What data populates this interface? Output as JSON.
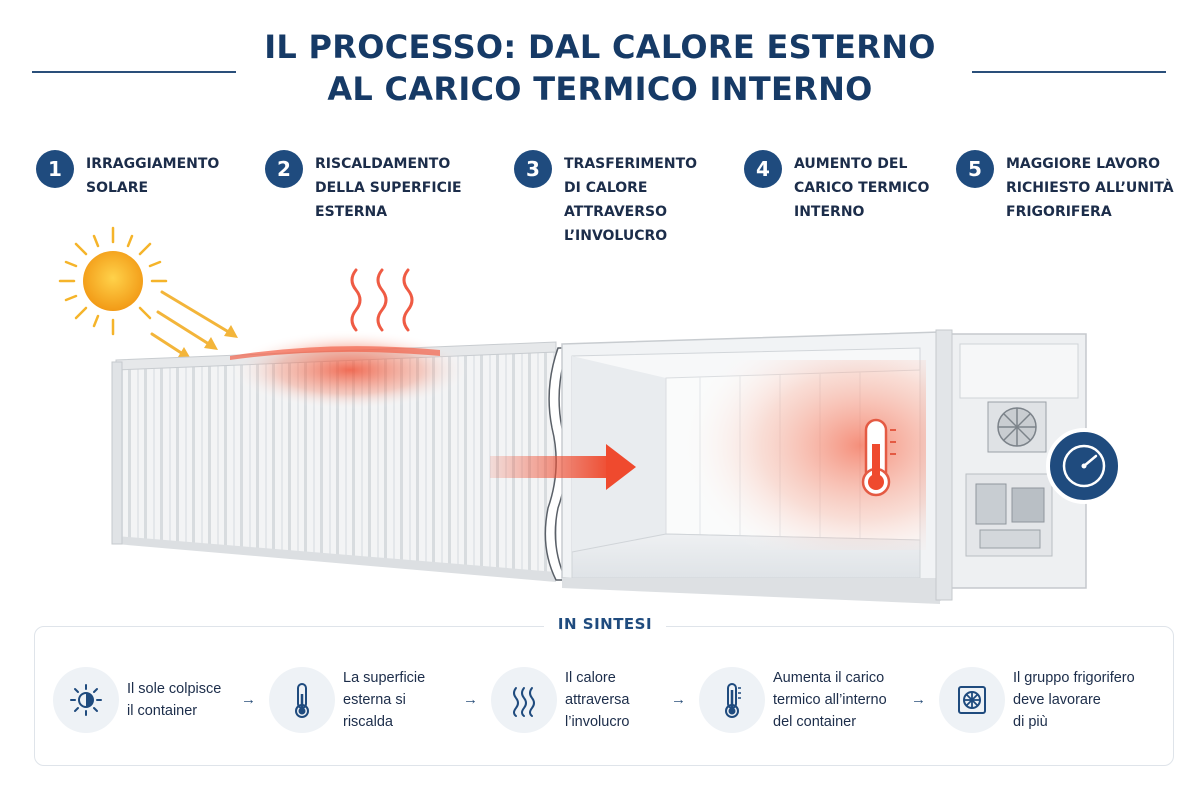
{
  "title": {
    "line1": "IL PROCESSO: DAL CALORE ESTERNO",
    "line2": "AL CARICO TERMICO INTERNO"
  },
  "steps": [
    {
      "number": "1",
      "line1": "IRRAGGIAMENTO",
      "line2": "SOLARE",
      "line3": "",
      "line4": ""
    },
    {
      "number": "2",
      "line1": "RISCALDAMENTO",
      "line2": "DELLA SUPERFICIE",
      "line3": "ESTERNA",
      "line4": ""
    },
    {
      "number": "3",
      "line1": "TRASFERIMENTO",
      "line2": "DI CALORE",
      "line3": "ATTRAVERSO",
      "line4": "L’INVOLUCRO"
    },
    {
      "number": "4",
      "line1": "AUMENTO DEL",
      "line2": "CARICO TERMICO",
      "line3": "INTERNO",
      "line4": ""
    },
    {
      "number": "5",
      "line1": "MAGGIORE LAVORO",
      "line2": "RICHIESTO ALL’UNITÀ",
      "line3": "FRIGORIFERA",
      "line4": ""
    }
  ],
  "summary": {
    "title": "IN SINTESI",
    "items": [
      {
        "icon": "sun-icon",
        "line1": "Il sole colpisce",
        "line2": "il container",
        "line3": ""
      },
      {
        "icon": "thermometer-icon",
        "line1": "La superficie",
        "line2": "esterna si",
        "line3": "riscalda"
      },
      {
        "icon": "heat-waves-icon",
        "line1": "Il calore",
        "line2": "attraversa",
        "line3": "l’involucro"
      },
      {
        "icon": "thermometer-icon",
        "line1": "Aumenta il carico",
        "line2": "termico all’interno",
        "line3": "del container"
      },
      {
        "icon": "refrigeration-unit-icon",
        "line1": "Il gruppo frigorifero",
        "line2": "deve lavorare",
        "line3": "di più"
      }
    ],
    "arrow": "→"
  },
  "colors": {
    "navy": "#163a66",
    "accent_blue": "#1f4b7e",
    "heat_red": "#f0553a",
    "sun_orange": "#f6a623",
    "container_white": "#f4f5f6"
  }
}
